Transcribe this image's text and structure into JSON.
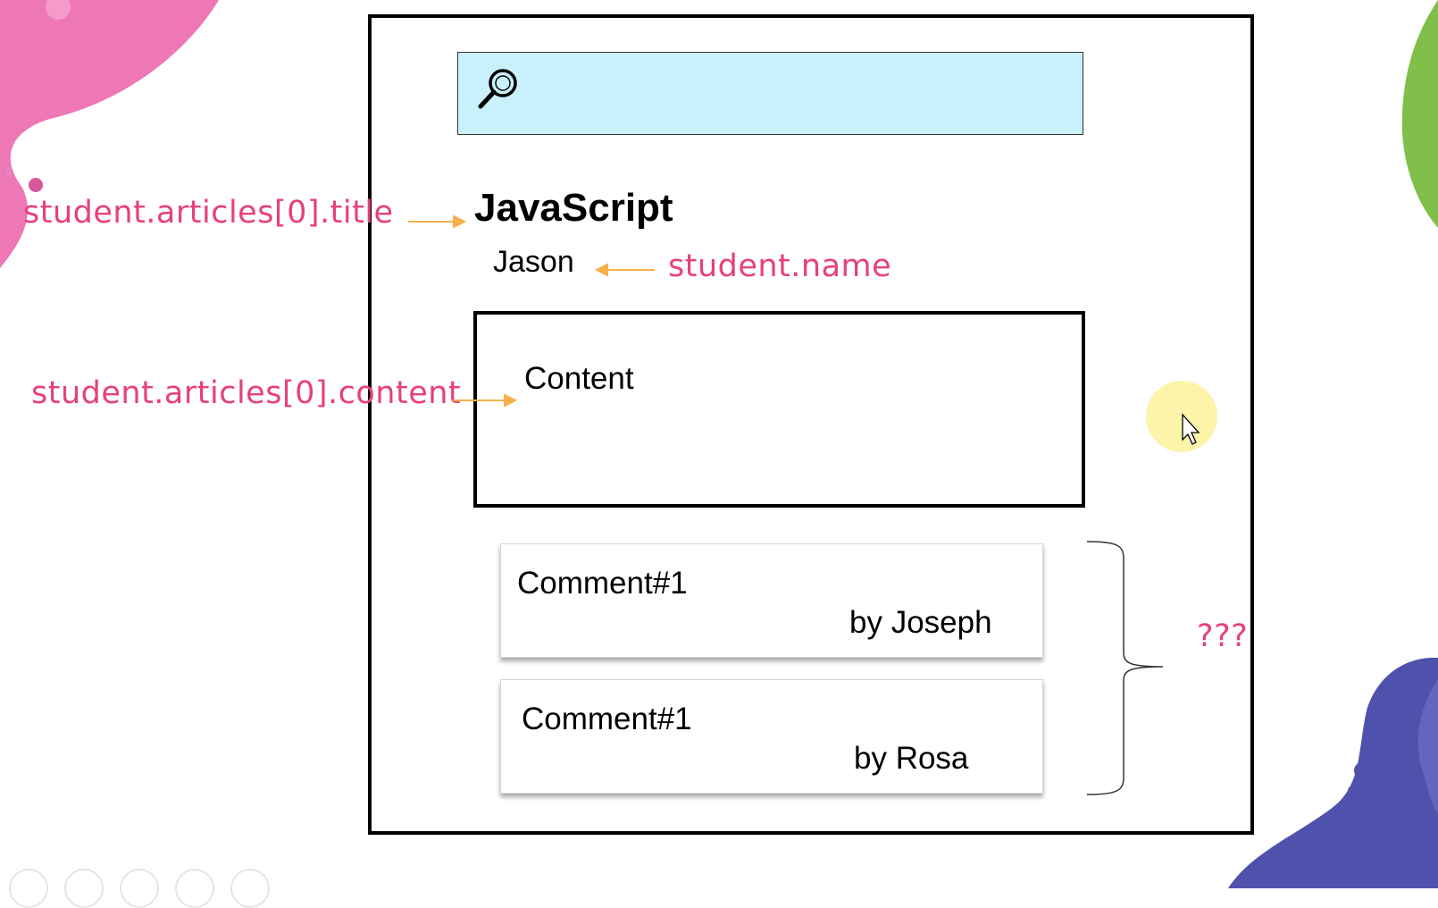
{
  "slide": {
    "title_label": "student.articles[0].title",
    "name_label": "student.name",
    "content_label": "student.articles[0].content",
    "question_label": "???"
  },
  "mockup": {
    "search_icon": "magnifier-icon",
    "article_title": "JavaScript",
    "author_name": "Jason",
    "content_text": "Content",
    "comments": [
      {
        "title": "Comment#1",
        "author": "by Joseph"
      },
      {
        "title": "Comment#1",
        "author": "by Rosa"
      }
    ]
  },
  "colors": {
    "annotation": "#e8407c",
    "arrow": "#f6b04a",
    "search_bg": "#c8f1fb",
    "blob_pink": "#ee78b5",
    "blob_green": "#7fbf4a",
    "blob_purple": "#4f52ad",
    "cursor_highlight": "#fbf29a"
  }
}
